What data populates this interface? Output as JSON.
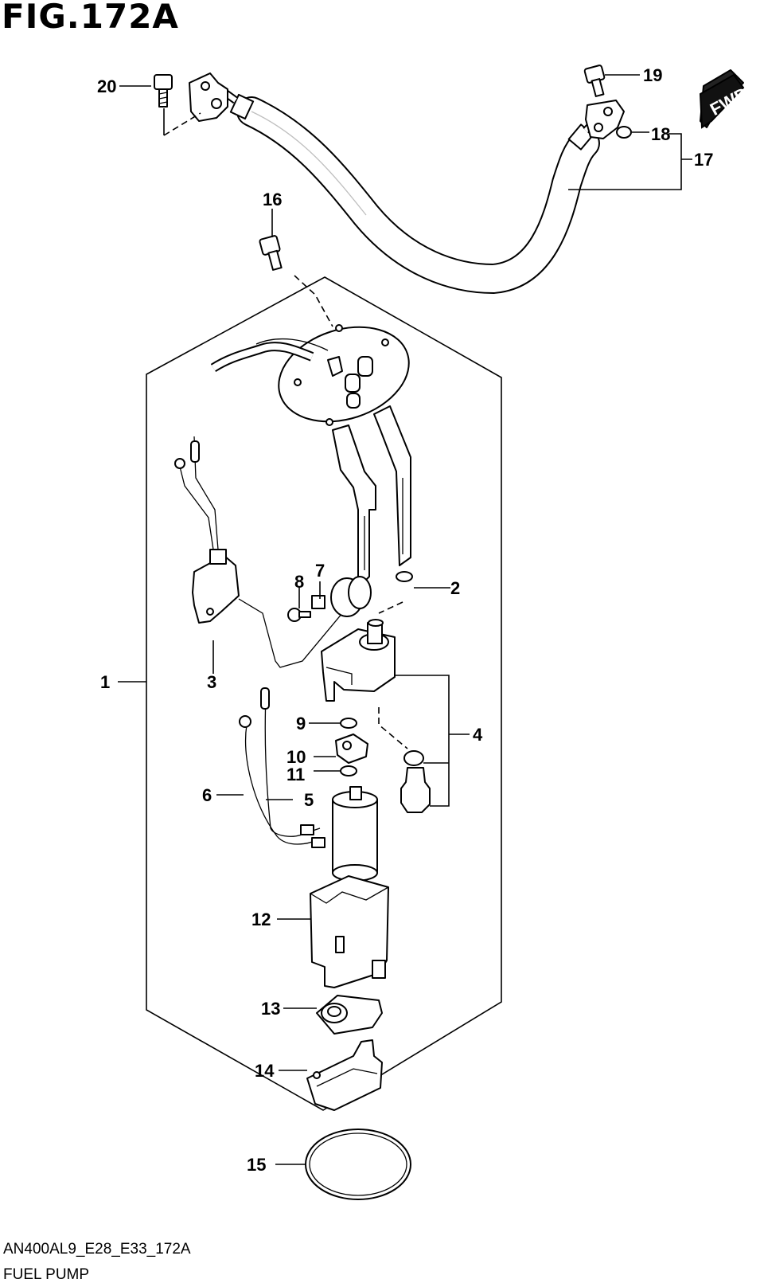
{
  "figure": {
    "title": "FIG.172A",
    "code": "AN400AL9_E28_E33_172A",
    "name": "FUEL PUMP",
    "direction_badge": "FWD"
  },
  "callouts": [
    "1",
    "2",
    "3",
    "4",
    "5",
    "6",
    "7",
    "8",
    "9",
    "10",
    "11",
    "12",
    "13",
    "14",
    "15",
    "16",
    "17",
    "18",
    "19",
    "20"
  ]
}
